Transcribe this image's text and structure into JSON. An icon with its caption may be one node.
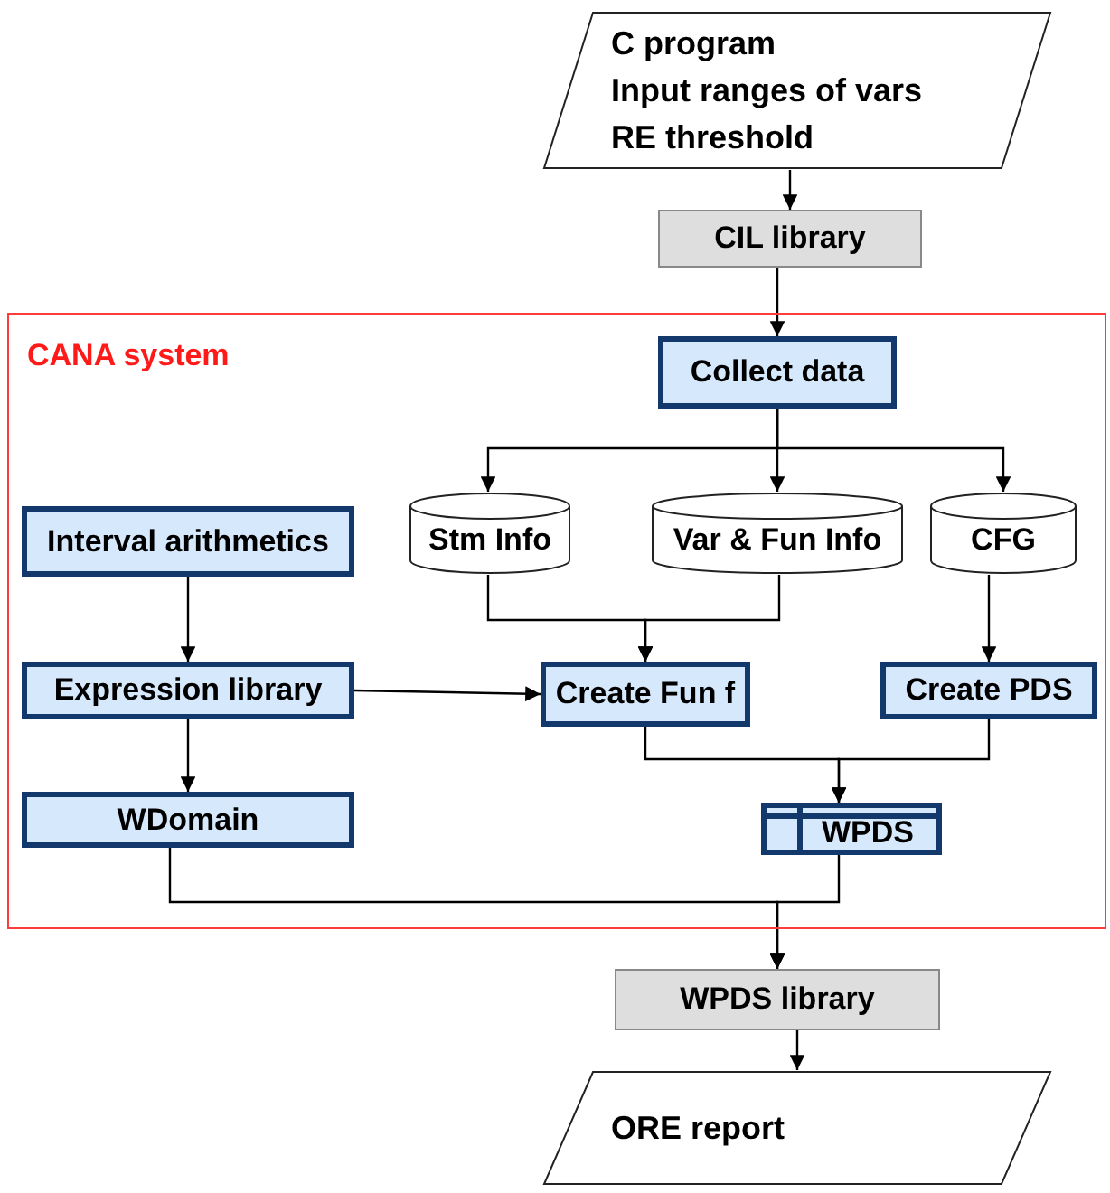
{
  "diagram": {
    "nodes": [
      {
        "text": [
          "C program",
          "Input ranges of vars",
          "RE threshold"
        ]
      },
      {
        "text": [
          "CIL library"
        ]
      },
      {
        "text": [
          "CANA system"
        ]
      },
      {
        "text": [
          "Collect data"
        ],
        "in": 2
      },
      {
        "text": [
          "Interval arithmetics"
        ],
        "in": 2
      },
      {
        "text": [
          "Stm Info"
        ],
        "in": 2
      },
      {
        "text": [
          "Var & Fun Info"
        ],
        "in": 2
      },
      {
        "text": [
          "CFG"
        ],
        "in": 2
      },
      {
        "text": [
          "Expression library"
        ],
        "in": 2
      },
      {
        "text": [
          "Create Fun f"
        ],
        "in": 2
      },
      {
        "text": [
          "Create PDS"
        ],
        "in": 2
      },
      {
        "text": [
          "WDomain"
        ],
        "in": 2
      },
      {
        "text": [
          "WPDS"
        ],
        "in": 2
      },
      {
        "text": [
          "WPDS library"
        ]
      },
      {
        "text": [
          "ORE report"
        ]
      }
    ],
    "edges": [
      {
        "from": 0,
        "to": 1,
        "arrow": "to"
      },
      {
        "from": 1,
        "to": 3,
        "arrow": "to"
      },
      {
        "from": 3,
        "to": 5,
        "arrow": "to"
      },
      {
        "from": 3,
        "to": 6,
        "arrow": "to"
      },
      {
        "from": 3,
        "to": 7,
        "arrow": "to"
      },
      {
        "from": 4,
        "to": 8,
        "arrow": "to"
      },
      {
        "from": 5,
        "to": 9,
        "arrow": "to"
      },
      {
        "from": 6,
        "to": 9,
        "arrow": "to"
      },
      {
        "from": 8,
        "to": 9,
        "arrow": "to"
      },
      {
        "from": 7,
        "to": 10,
        "arrow": "to"
      },
      {
        "from": 8,
        "to": 11,
        "arrow": "to"
      },
      {
        "from": 9,
        "to": 12,
        "arrow": "to"
      },
      {
        "from": 10,
        "to": 12,
        "arrow": "to"
      },
      {
        "from": 11,
        "to": 13,
        "arrow": "to"
      },
      {
        "from": 12,
        "to": 13,
        "arrow": "to"
      },
      {
        "from": 13,
        "to": 14,
        "arrow": "to"
      }
    ]
  }
}
